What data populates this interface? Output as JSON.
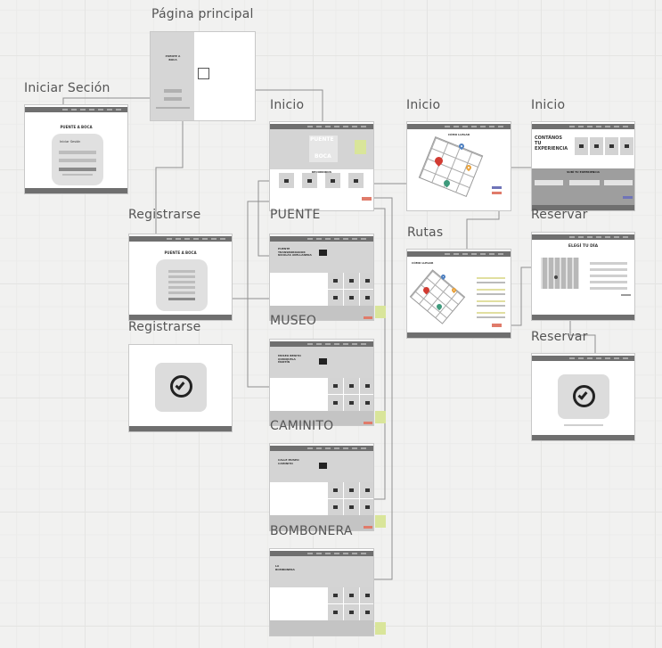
{
  "board": {
    "frames": {
      "pagina_principal": {
        "label": "Página principal",
        "brand": "PUENTE A BOCA"
      },
      "iniciar_sesion": {
        "label": "Iniciar Seción",
        "brand": "PUENTE A BOCA",
        "card_title": "Iniciar Sesión"
      },
      "inicio_home": {
        "label": "Inicio",
        "hero_top": "PUENTE",
        "hero_bottom": "BOCA",
        "section": "RECORRIDOS"
      },
      "inicio_mapa": {
        "label": "Inicio",
        "title": "CÓMO LLEGAR"
      },
      "inicio_experiencia": {
        "label": "Inicio",
        "title": "CONTÁNOS TU EXPERIENCIA",
        "section": "SUBÍ TU EXPERIENCIA"
      },
      "registrarse_form": {
        "label": "Registrarse",
        "brand": "PUENTE A BOCA"
      },
      "registrarse_ok": {
        "label": "Registrarse"
      },
      "puente": {
        "label": "PUENTE",
        "title": "PUENTE TRANSBORDADOR NICOLÁS AVELLANEDA"
      },
      "museo": {
        "label": "MUSEO",
        "title": "MUSEO BENITO QUINQUELA MARTÍN"
      },
      "caminito": {
        "label": "CAMINITO",
        "title": "CALLE MUSEO CAMINITO"
      },
      "bombonera": {
        "label": "BOMBONERA",
        "title": "LA BOMBONERA"
      },
      "rutas": {
        "label": "Rutas",
        "title": "CÓMO LLEGAR"
      },
      "reservar_dia": {
        "label": "Reservar",
        "title": "ELEGÍ TU DÍA"
      },
      "reservar_ok": {
        "label": "Reservar"
      }
    },
    "colors": {
      "sticky": "#d9e59a",
      "cta": "#e07b6a",
      "secondary": "#6f74b8",
      "pin_red": "#d23b32",
      "pin_blue": "#4d7fc0",
      "pin_orange": "#e9a23b",
      "pin_green": "#3e9a7c"
    }
  }
}
